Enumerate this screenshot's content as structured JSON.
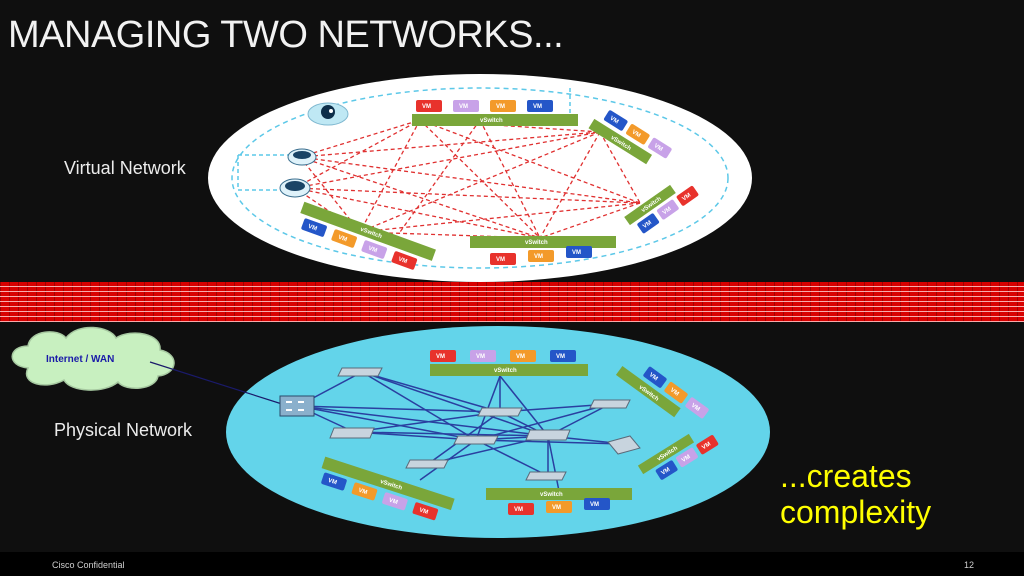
{
  "slide": {
    "title": "MANAGING TWO NETWORKS...",
    "virtual_label": "Virtual Network",
    "physical_label": "Physical Network",
    "cloud_label": "Internet / WAN",
    "complexity_line1": "...creates",
    "complexity_line2": "complexity",
    "footer_confidential": "Cisco Confidential",
    "page_number": "12"
  },
  "diagram": {
    "vm_label": "VM",
    "vswitch_label": "vSwitch",
    "colors": {
      "virtual_ellipse": "#ffffff",
      "physical_ellipse": "#63d4ea",
      "vswitch_bar": "#7aa63a",
      "virtual_links": "#e03030",
      "physical_links": "#2a3fa0",
      "vm_red": "#e8322c",
      "vm_purple": "#c8a2e8",
      "vm_orange": "#f39a2a",
      "vm_blue": "#2456c8",
      "cloud": "#c8f0c0",
      "accent_text": "#ffff00",
      "brick": "#d80000"
    }
  }
}
